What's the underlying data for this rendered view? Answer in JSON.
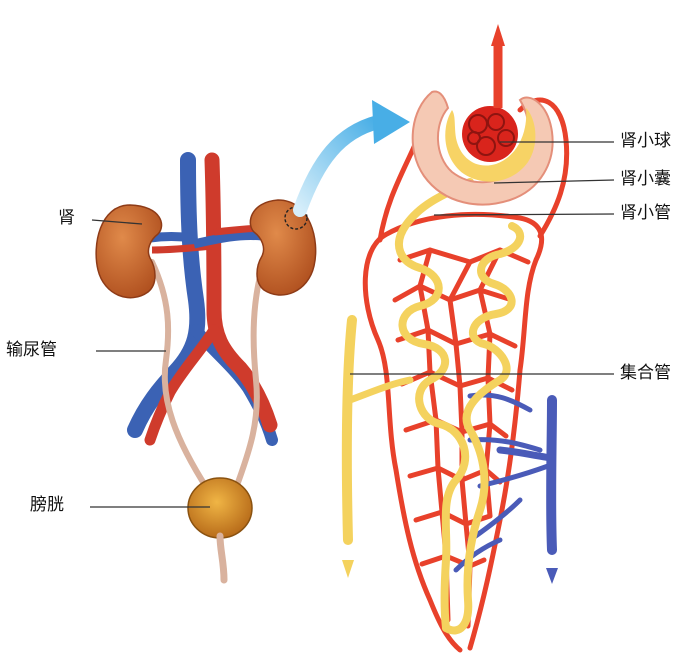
{
  "labels": {
    "kidney": "肾",
    "ureter": "输尿管",
    "bladder": "膀胱",
    "glomerulus": "肾小球",
    "capsule": "肾小囊",
    "tubule": "肾小管",
    "collecting_duct": "集合管"
  },
  "colors": {
    "artery": "#e8412b",
    "vein": "#3b62b4",
    "kidney": "#c9642f",
    "tubule": "#f4d25e",
    "capsule_wall": "#f2b8b0",
    "arrow": "#5bb8e8",
    "leader_line": "#333333"
  }
}
